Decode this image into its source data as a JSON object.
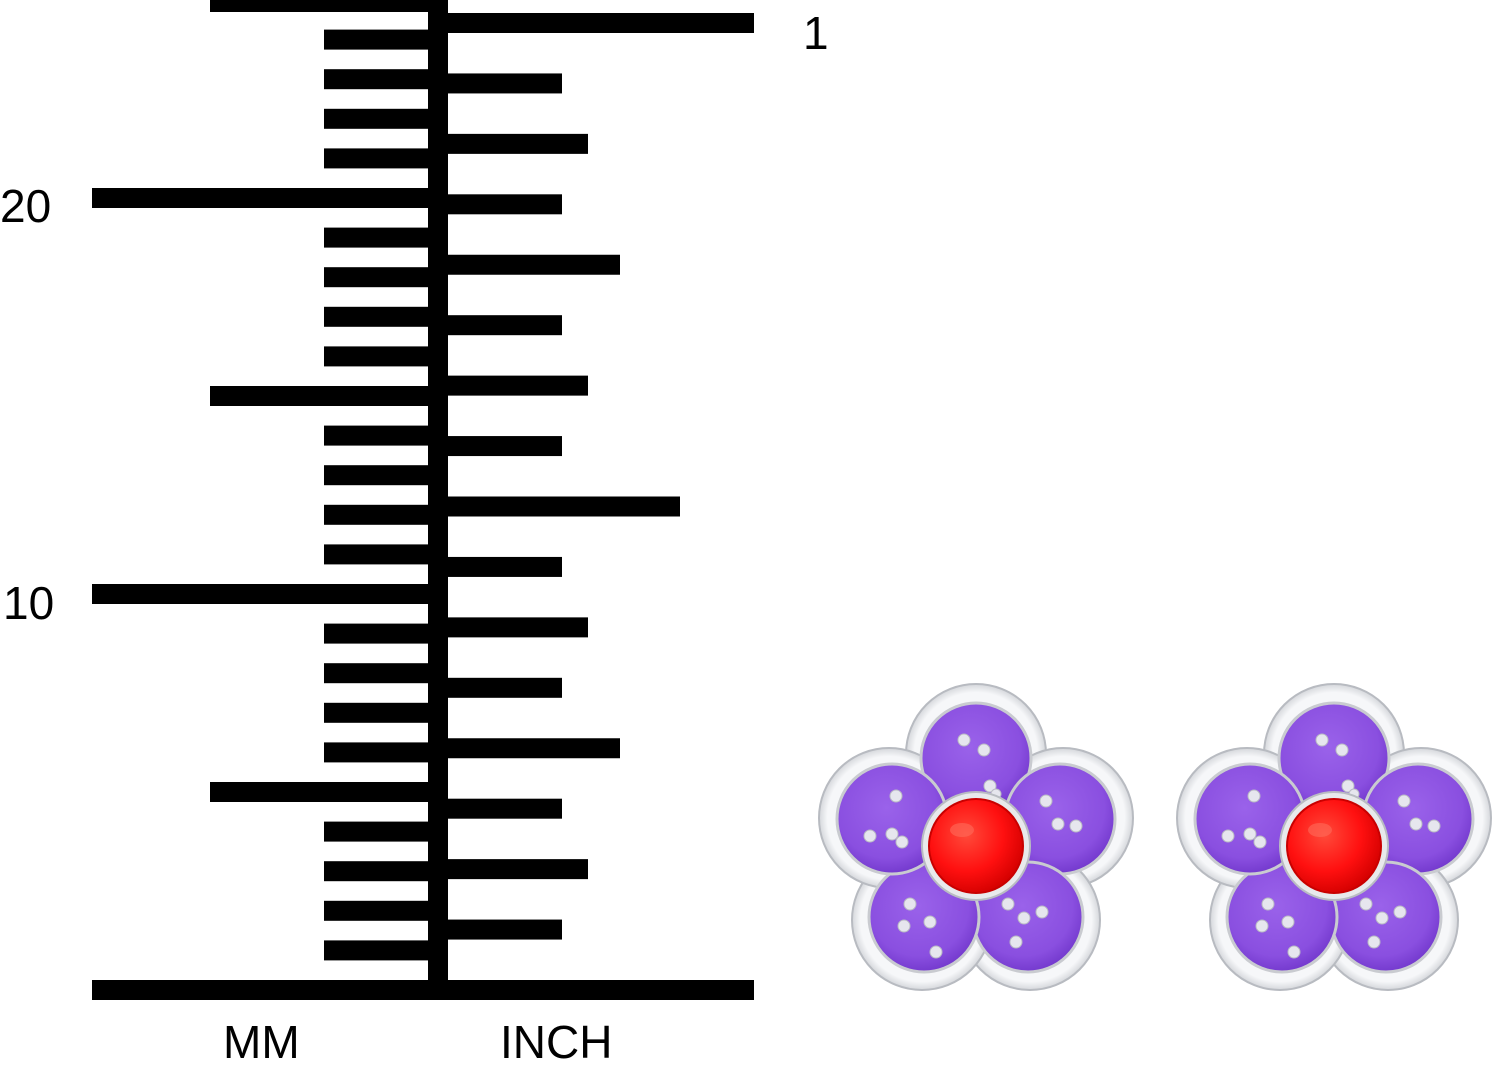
{
  "ruler": {
    "units": {
      "metric": "MM",
      "imperial": "INCH"
    },
    "mm_scale": {
      "major_labels": [
        "10",
        "20"
      ],
      "tick_values_mm": [
        0,
        1,
        2,
        3,
        4,
        5,
        6,
        7,
        8,
        9,
        10,
        11,
        12,
        13,
        14,
        15,
        16,
        17,
        18,
        19,
        20,
        21,
        22,
        23,
        24,
        25
      ],
      "unlabeled_half_marks_mm": [
        5,
        15,
        25
      ]
    },
    "inch_scale": {
      "major_labels": [
        "1"
      ],
      "tick_values_inch": [
        0,
        0.0625,
        0.125,
        0.1875,
        0.25,
        0.3125,
        0.375,
        0.4375,
        0.5,
        0.5625,
        0.625,
        0.6875,
        0.75,
        0.8125,
        0.875,
        0.9375,
        1.0
      ]
    },
    "colors": {
      "ink": "#000000",
      "background": "#ffffff"
    }
  },
  "product": {
    "items": [
      {
        "name": "flower-stud-earring-left",
        "petal_count": 5
      },
      {
        "name": "flower-stud-earring-right",
        "petal_count": 5
      }
    ],
    "colors": {
      "petal": "#8a4fe0",
      "petal_dark": "#6d33c8",
      "center": "#ff1010",
      "metal": "#c9cbd0",
      "metal_highlight": "#f4f5f7",
      "dot": "#e6e6ee"
    }
  }
}
